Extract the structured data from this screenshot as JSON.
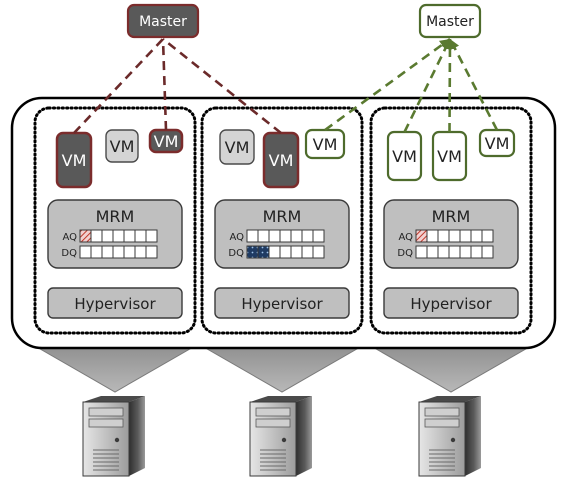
{
  "masters": [
    {
      "label": "Master",
      "style": "dark"
    },
    {
      "label": "Master",
      "style": "light"
    }
  ],
  "vm_label": "VM",
  "mrm_label": "MRM",
  "queue_labels": {
    "aq": "AQ",
    "dq": "DQ"
  },
  "hypervisor_label": "Hypervisor",
  "hosts": [
    {
      "vms": [
        {
          "style": "dark"
        },
        {
          "style": "gray"
        },
        {
          "style": "dark"
        }
      ],
      "aq_filled": 1,
      "aq_pattern": "red-hatch",
      "dq_filled": 0,
      "dq_pattern": "none"
    },
    {
      "vms": [
        {
          "style": "gray"
        },
        {
          "style": "dark"
        },
        {
          "style": "light"
        }
      ],
      "aq_filled": 0,
      "aq_pattern": "none",
      "dq_filled": 2,
      "dq_pattern": "blue-dots"
    },
    {
      "vms": [
        {
          "style": "light"
        },
        {
          "style": "light"
        },
        {
          "style": "light"
        }
      ],
      "aq_filled": 1,
      "aq_pattern": "red-hatch",
      "dq_filled": 0,
      "dq_pattern": "none"
    }
  ],
  "connections": [
    {
      "master": 0,
      "host": 0,
      "vm": 0
    },
    {
      "master": 0,
      "host": 0,
      "vm": 2
    },
    {
      "master": 0,
      "host": 1,
      "vm": 1
    },
    {
      "master": 1,
      "host": 1,
      "vm": 2
    },
    {
      "master": 1,
      "host": 2,
      "vm": 0
    },
    {
      "master": 1,
      "host": 2,
      "vm": 1
    },
    {
      "master": 1,
      "host": 2,
      "vm": 2
    }
  ],
  "colors": {
    "dark_fill": "#595959",
    "dark_border": "#7b2c2c",
    "light_border": "#4e6b2c",
    "gray_fill": "#d4d4d4",
    "box_fill": "#bfbfbf",
    "dash_dark": "#6b2a2a",
    "dash_light": "#5a7a30"
  }
}
